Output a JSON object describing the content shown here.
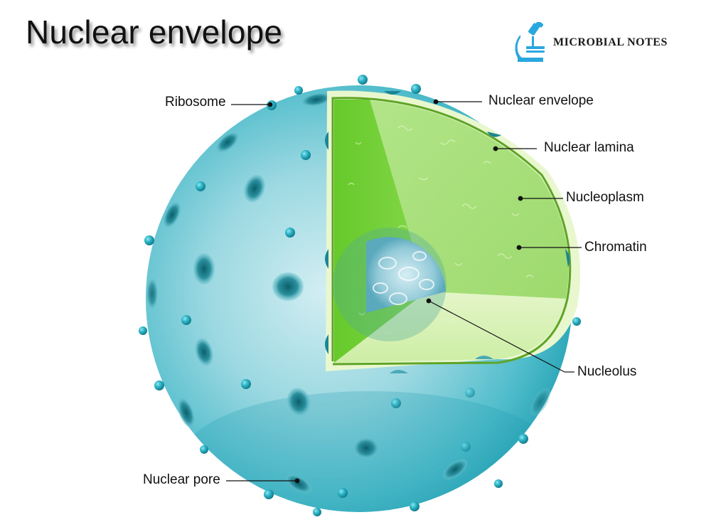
{
  "title": "Nuclear envelope",
  "logo": {
    "text": "MICROBIAL NOTES",
    "icon": "microscope-icon",
    "color": "#2aa7df"
  },
  "colors": {
    "sphere_light": "#bfe6ec",
    "sphere_mid": "#7ccfd9",
    "sphere_dark": "#1f9fb0",
    "pore": "#0e6b78",
    "ribosome": "#2bb3c6",
    "nucleoplasm": "#a8e07a",
    "nucleoplasm_dark": "#6fce2e",
    "envelope_rim": "#e9f7cf",
    "lamina": "#5ea526",
    "nucleolus": "#8fc7d6"
  },
  "labels": {
    "ribosome": "Ribosome",
    "nuclear_envelope": "Nuclear envelope",
    "nuclear_lamina": "Nuclear lamina",
    "nucleoplasm": "Nucleoplasm",
    "chromatin": "Chromatin",
    "nucleolus": "Nucleolus",
    "nuclear_pore": "Nuclear pore"
  }
}
